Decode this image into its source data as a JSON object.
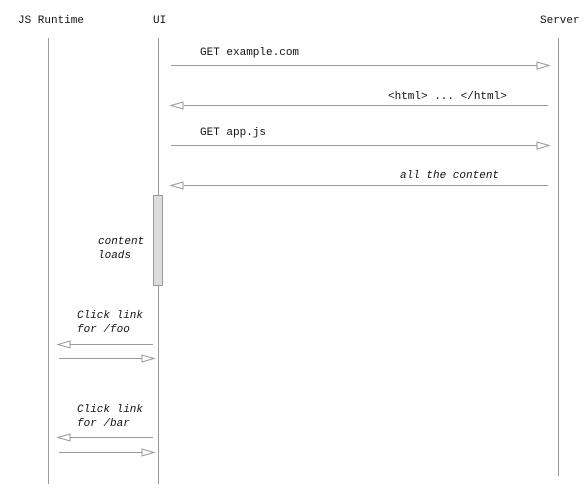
{
  "participants": {
    "js_runtime": "JS Runtime",
    "ui": "UI",
    "server": "Server"
  },
  "messages": [
    {
      "label": "GET example.com",
      "from": "UI",
      "to": "Server"
    },
    {
      "label": "<html> ... </html>",
      "from": "Server",
      "to": "UI"
    },
    {
      "label": "GET app.js",
      "from": "UI",
      "to": "Server"
    },
    {
      "label": "all the content",
      "from": "Server",
      "to": "UI"
    }
  ],
  "activation_note": {
    "line1": "content",
    "line2": "loads"
  },
  "clicks": [
    {
      "line1": "Click link",
      "line2": "for /foo"
    },
    {
      "line1": "Click link",
      "line2": "for /bar"
    }
  ],
  "colors": {
    "lines": "#9a9a9a",
    "activation_fill": "#dddddd",
    "text": "#111111"
  }
}
